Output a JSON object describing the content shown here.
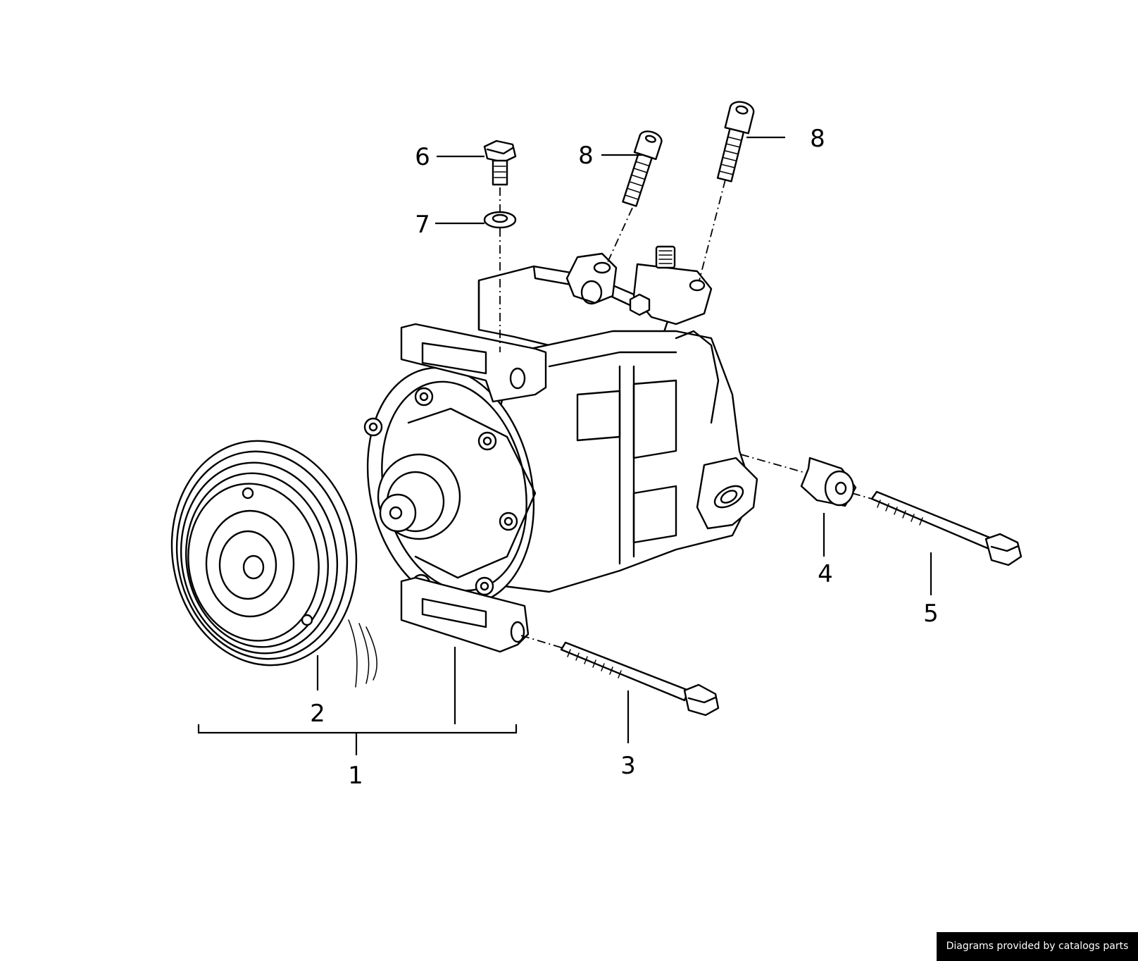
{
  "diagram": {
    "callouts": [
      "1",
      "2",
      "3",
      "4",
      "5",
      "6",
      "7",
      "8",
      "8"
    ],
    "parts": [
      "compressor-assembly",
      "magnetic-clutch-pulley",
      "mounting-bolt-long",
      "spacer-sleeve",
      "mounting-bolt-rear",
      "hex-bolt",
      "washer",
      "socket-head-screw"
    ]
  },
  "credit": "Diagrams provided by catalogs parts"
}
